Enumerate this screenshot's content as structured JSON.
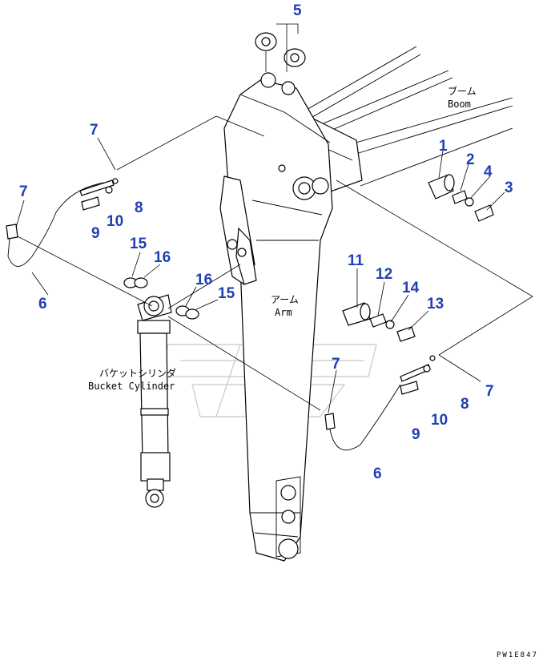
{
  "labels": {
    "boom_jp": "ブーム",
    "boom_en": "Boom",
    "arm_jp": "アーム",
    "arm_en": "Arm",
    "bucket_jp": "バケットシリンダ",
    "bucket_en": "Bucket Cylinder"
  },
  "callouts": {
    "c1": "1",
    "c2": "2",
    "c3": "3",
    "c4": "4",
    "c5": "5",
    "c6a": "6",
    "c6b": "6",
    "c7a": "7",
    "c7b": "7",
    "c7c": "7",
    "c7d": "7",
    "c8a": "8",
    "c8b": "8",
    "c9a": "9",
    "c9b": "9",
    "c10a": "10",
    "c10b": "10",
    "c11": "11",
    "c12": "12",
    "c13": "13",
    "c14": "14",
    "c15a": "15",
    "c15b": "15",
    "c16a": "16",
    "c16b": "16"
  },
  "footer": {
    "code": "PW1E847"
  },
  "colors": {
    "callout": "#1f3fb5",
    "line": "#000000",
    "watermark": "#c8c8c8"
  }
}
